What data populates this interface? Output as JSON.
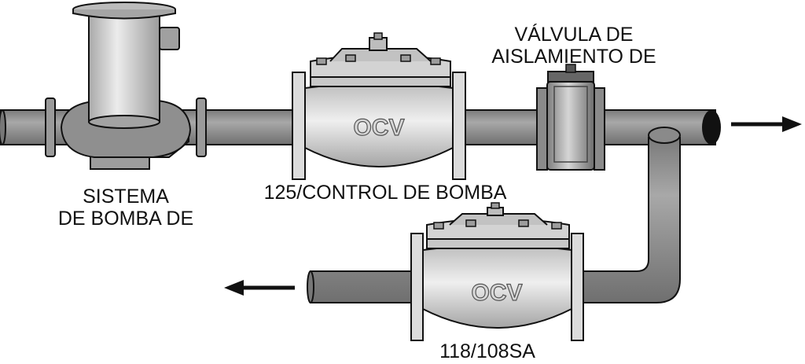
{
  "labels": {
    "pump_system": [
      "SISTEMA",
      "DE BOMBA DE"
    ],
    "isolation_valve": [
      "VÁLVULA DE",
      "AISLAMIENTO DE"
    ],
    "main_valve": "125/CONTROL DE BOMBA",
    "bypass_valve": "118/108SA"
  },
  "valve_brand": "OCV",
  "icons": [
    "flow-arrow-right-icon",
    "flow-arrow-left-icon"
  ],
  "colors": {
    "pipe": "#8c8c8c",
    "metal_light": "#d9d9d9",
    "metal_mid": "#b3b3b3",
    "outline": "#111111",
    "background": "#ffffff"
  }
}
